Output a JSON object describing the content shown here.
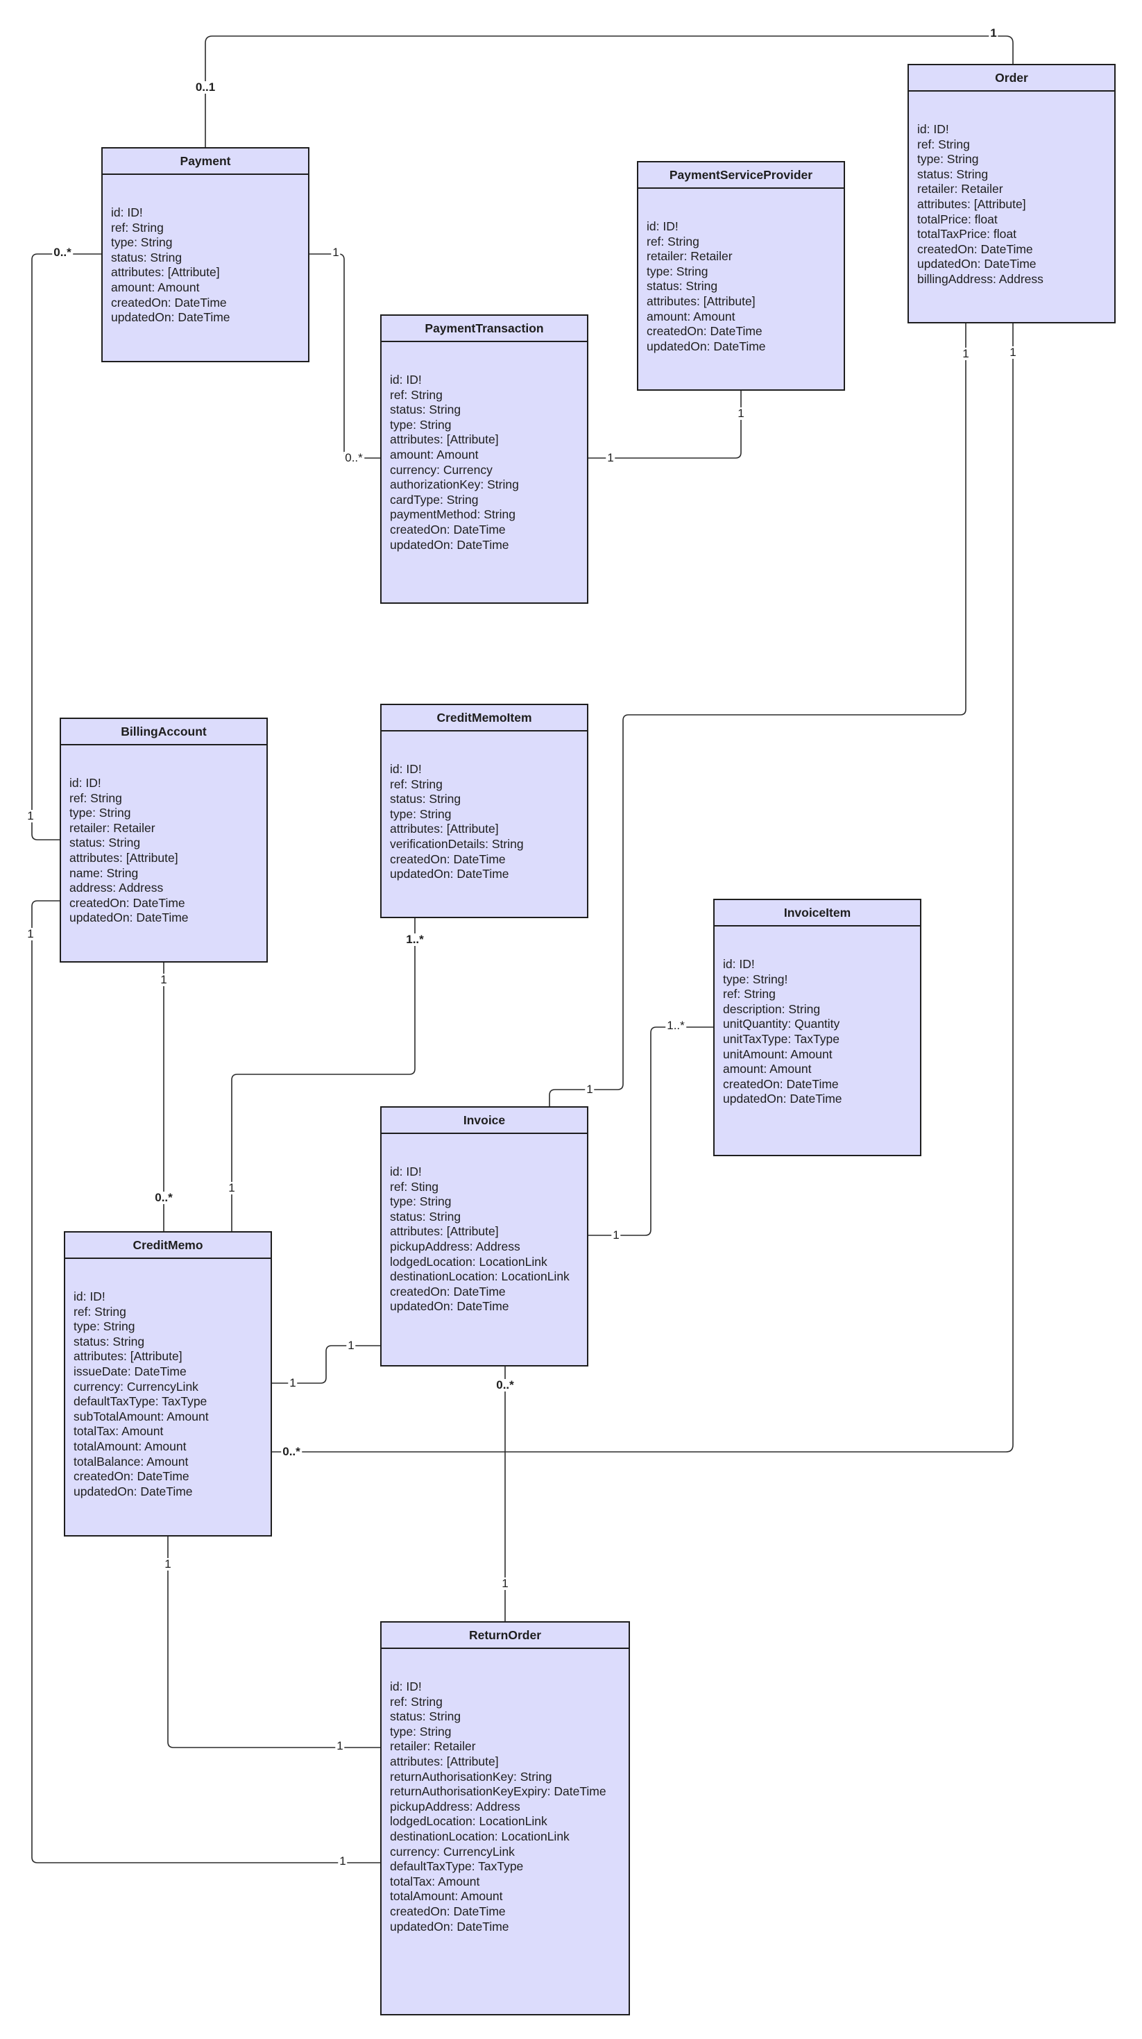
{
  "entities": {
    "payment": {
      "name": "Payment",
      "fields": [
        "id: ID!",
        "ref: String",
        "type: String",
        "status: String",
        "attributes: [Attribute]",
        "amount: Amount",
        "createdOn: DateTime",
        "updatedOn: DateTime"
      ]
    },
    "order": {
      "name": "Order",
      "fields": [
        "id: ID!",
        "ref: String",
        "type: String",
        "status: String",
        "retailer: Retailer",
        "attributes: [Attribute]",
        "totalPrice: float",
        "totalTaxPrice: float",
        "createdOn: DateTime",
        "updatedOn: DateTime",
        "billingAddress: Address"
      ]
    },
    "psp": {
      "name": "PaymentServiceProvider",
      "fields": [
        "id: ID!",
        "ref: String",
        "retailer: Retailer",
        "type: String",
        "status: String",
        "attributes: [Attribute]",
        "amount: Amount",
        "createdOn: DateTime",
        "updatedOn: DateTime"
      ]
    },
    "ptx": {
      "name": "PaymentTransaction",
      "fields": [
        "id: ID!",
        "ref: String",
        "status: String",
        "type: String",
        "attributes: [Attribute]",
        "amount: Amount",
        "currency: Currency",
        "authorizationKey: String",
        "cardType: String",
        "paymentMethod: String",
        "createdOn: DateTime",
        "updatedOn: DateTime"
      ]
    },
    "billing": {
      "name": "BillingAccount",
      "fields": [
        "id: ID!",
        "ref: String",
        "type: String",
        "retailer: Retailer",
        "status: String",
        "attributes: [Attribute]",
        "name: String",
        "address: Address",
        "createdOn: DateTime",
        "updatedOn: DateTime"
      ]
    },
    "cmitem": {
      "name": "CreditMemoItem",
      "fields": [
        "id: ID!",
        "ref: String",
        "status: String",
        "type: String",
        "attributes: [Attribute]",
        "verificationDetails: String",
        "createdOn: DateTime",
        "updatedOn: DateTime"
      ]
    },
    "invitem": {
      "name": "InvoiceItem",
      "fields": [
        "id: ID!",
        "type: String!",
        "ref: String",
        "description: String",
        "unitQuantity: Quantity",
        "unitTaxType: TaxType",
        "unitAmount: Amount",
        "amount: Amount",
        "createdOn: DateTime",
        "updatedOn: DateTime"
      ]
    },
    "invoice": {
      "name": "Invoice",
      "fields": [
        "id: ID!",
        "ref: Sting",
        "type: String",
        "status: String",
        "attributes: [Attribute]",
        "pickupAddress: Address",
        "lodgedLocation: LocationLink",
        "destinationLocation: LocationLink",
        "createdOn: DateTime",
        "updatedOn: DateTime"
      ]
    },
    "creditmemo": {
      "name": "CreditMemo",
      "fields": [
        "id: ID!",
        "ref: String",
        "type: String",
        "status: String",
        "attributes: [Attribute]",
        "issueDate: DateTime",
        "currency: CurrencyLink",
        "defaultTaxType: TaxType",
        "subTotalAmount: Amount",
        "totalTax: Amount",
        "totalAmount: Amount",
        "totalBalance: Amount",
        "createdOn: DateTime",
        "updatedOn: DateTime"
      ]
    },
    "returnorder": {
      "name": "ReturnOrder",
      "fields": [
        "id: ID!",
        "ref: String",
        "status: String",
        "type: String",
        "retailer: Retailer",
        "attributes: [Attribute]",
        "returnAuthorisationKey: String",
        "returnAuthorisationKeyExpiry: DateTime",
        "pickupAddress: Address",
        "lodgedLocation: LocationLink",
        "destinationLocation: LocationLink",
        "currency: CurrencyLink",
        "defaultTaxType: TaxType",
        "totalTax: Amount",
        "totalAmount: Amount",
        "createdOn: DateTime",
        "updatedOn: DateTime"
      ]
    }
  },
  "multiplicities": {
    "order_payment_order": "1",
    "order_payment_payment": "0..1",
    "payment_ptx_payment": "1",
    "payment_ptx_ptx": "0..*",
    "payment_billing_payment": "0..*",
    "payment_billing_billing": "1",
    "psp_ptx_psp": "1",
    "psp_ptx_ptx": "1",
    "order_invoice_order": "1",
    "order_invoice_invoice": "1",
    "order_creditmemo_order": "1",
    "order_creditmemo_creditmemo": "0..*",
    "billing_creditmemo_billing": "1",
    "billing_creditmemo_creditmemo": "0..*",
    "billing_returnorder_billing": "1",
    "billing_returnorder_returnorder": "1",
    "cmitem_creditmemo_cmitem": "1..*",
    "cmitem_creditmemo_creditmemo": "1",
    "invitem_invoice_invitem": "1..*",
    "invitem_invoice_invoice": "1",
    "invoice_creditmemo_invoice": "1",
    "invoice_creditmemo_creditmemo": "1",
    "invoice_returnorder_invoice": "0..*",
    "invoice_returnorder_returnorder": "1",
    "creditmemo_returnorder_creditmemo": "1",
    "creditmemo_returnorder_returnorder": "1"
  }
}
